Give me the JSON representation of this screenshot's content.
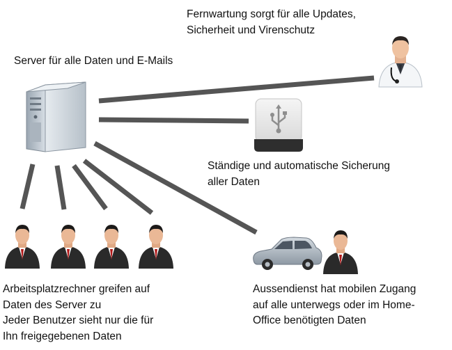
{
  "labels": {
    "server": "Server für alle Daten und E-Mails",
    "remote": [
      "Fernwartung sorgt für alle Updates,",
      "Sicherheit und Virenschutz"
    ],
    "backup": [
      "Ständige und automatische Sicherung",
      "aller Daten"
    ],
    "workstations": [
      "Arbeitsplatzrechner greifen auf",
      "Daten des Server zu",
      "Jeder Benutzer sieht nur die für",
      "Ihn freigegebenen Daten"
    ],
    "field": [
      "Aussendienst hat mobilen Zugang",
      "auf alle unterwegs oder im Home-",
      "Office benötigten Daten"
    ]
  },
  "icons": {
    "server": "server-tower-icon",
    "technician": "doctor-technician-icon",
    "backup": "usb-drive-icon",
    "user": "businessman-icon",
    "car": "car-icon"
  },
  "colors": {
    "connector": "#555555",
    "suit": "#2a2a2a",
    "tie": "#b01818",
    "server": "#c9d2da",
    "car": "#a9b3bd"
  }
}
